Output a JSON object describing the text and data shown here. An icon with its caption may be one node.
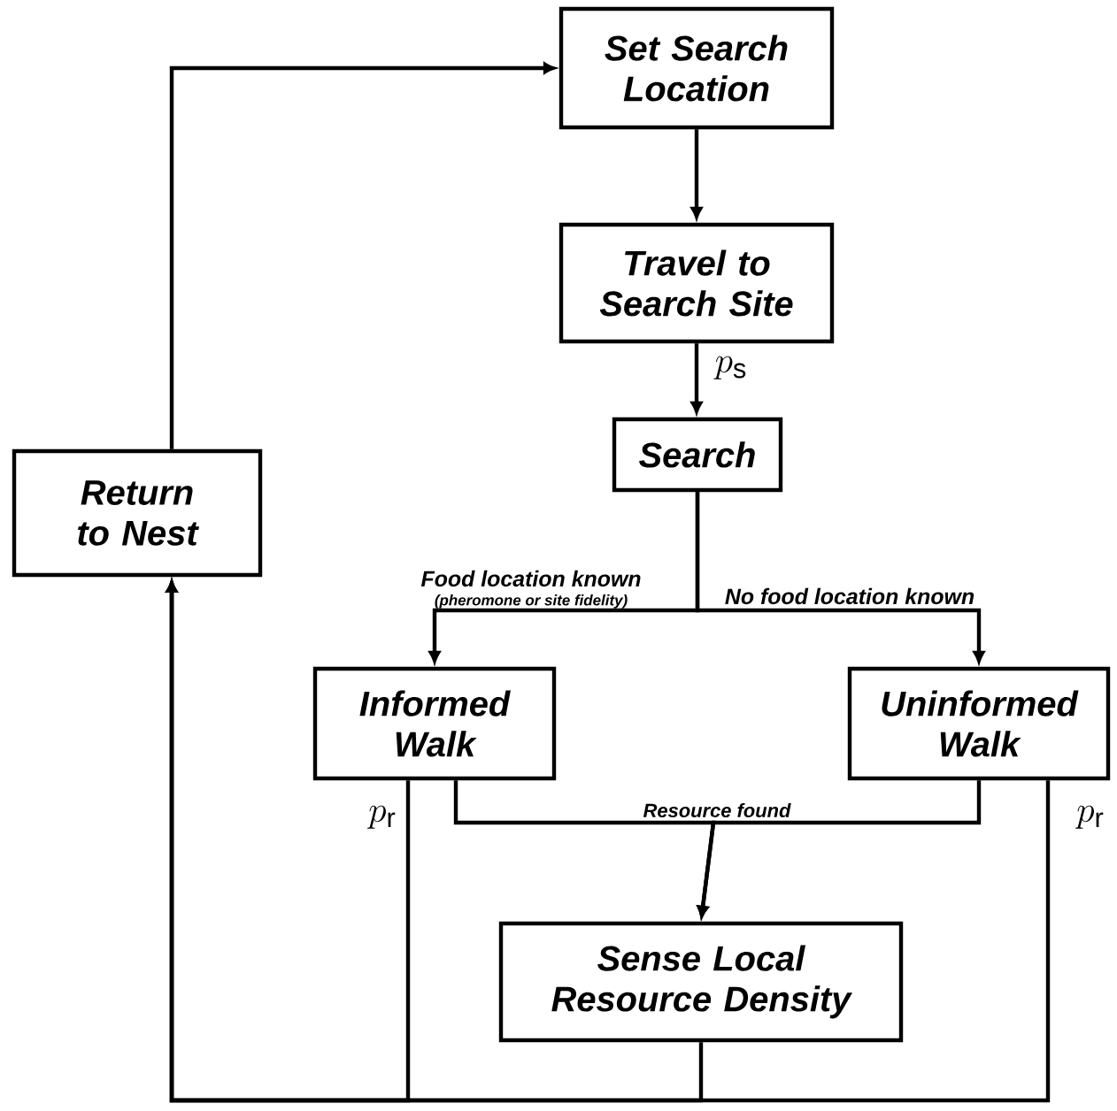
{
  "diagram": {
    "nodes": [
      {
        "text": [
          "Set Search Location"
        ]
      },
      {
        "text": [
          "Travel to Search Site"
        ]
      },
      {
        "text": [
          "Search"
        ]
      },
      {
        "text": [
          "Return to Nest"
        ]
      },
      {
        "text": [
          "Informed Walk"
        ]
      },
      {
        "text": [
          "Uninformed Walk"
        ]
      },
      {
        "text": [
          "Sense Local Resource Density"
        ]
      }
    ],
    "edges": [
      {
        "from": 0,
        "to": 1,
        "arrow": "to"
      },
      {
        "from": 1,
        "to": 2,
        "arrow": "to",
        "label": "p_\\mathrm{s}"
      },
      {
        "from": 2,
        "to": 4,
        "arrow": "to",
        "label": "Food location known"
      },
      {
        "from": 2,
        "to": 5,
        "arrow": "to",
        "label": "No food location known"
      },
      {
        "from": 4,
        "to": 6,
        "arrow": "to",
        "label": "Resource found"
      },
      {
        "from": 5,
        "to": 6,
        "arrow": "to"
      },
      {
        "from": 4,
        "to": 3,
        "arrow": "to",
        "label": "p_\\mathrm{r}"
      },
      {
        "from": 5,
        "to": 3,
        "arrow": "to",
        "label": "p_\\mathrm{r}"
      },
      {
        "from": 6,
        "to": 3,
        "arrow": "to"
      },
      {
        "from": 3,
        "to": 0,
        "arrow": "to"
      }
    ],
    "labels": [
      "(pheromone or site fidelity)"
    ]
  }
}
